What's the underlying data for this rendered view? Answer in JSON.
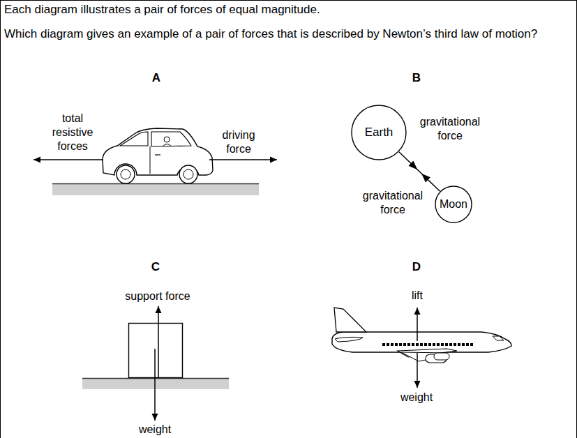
{
  "diagram": {
    "nodes": [
      {
        "text": [
          "Earth"
        ]
      },
      {
        "text": [
          "Moon"
        ]
      }
    ],
    "edges": [
      {
        "from": 0,
        "to": 1,
        "arrow": "none"
      }
    ],
    "labels": [
      "Each diagram illustrates a pair of forces of equal magnitude.",
      "Which diagram gives an example of a pair of forces that is described by Newton’s third law of motion?",
      "A",
      "total resistive forces",
      "driving force",
      "B",
      "gravitational force",
      "gravitational force",
      "C",
      "support force",
      "weight",
      "D",
      "lift",
      "weight"
    ]
  }
}
